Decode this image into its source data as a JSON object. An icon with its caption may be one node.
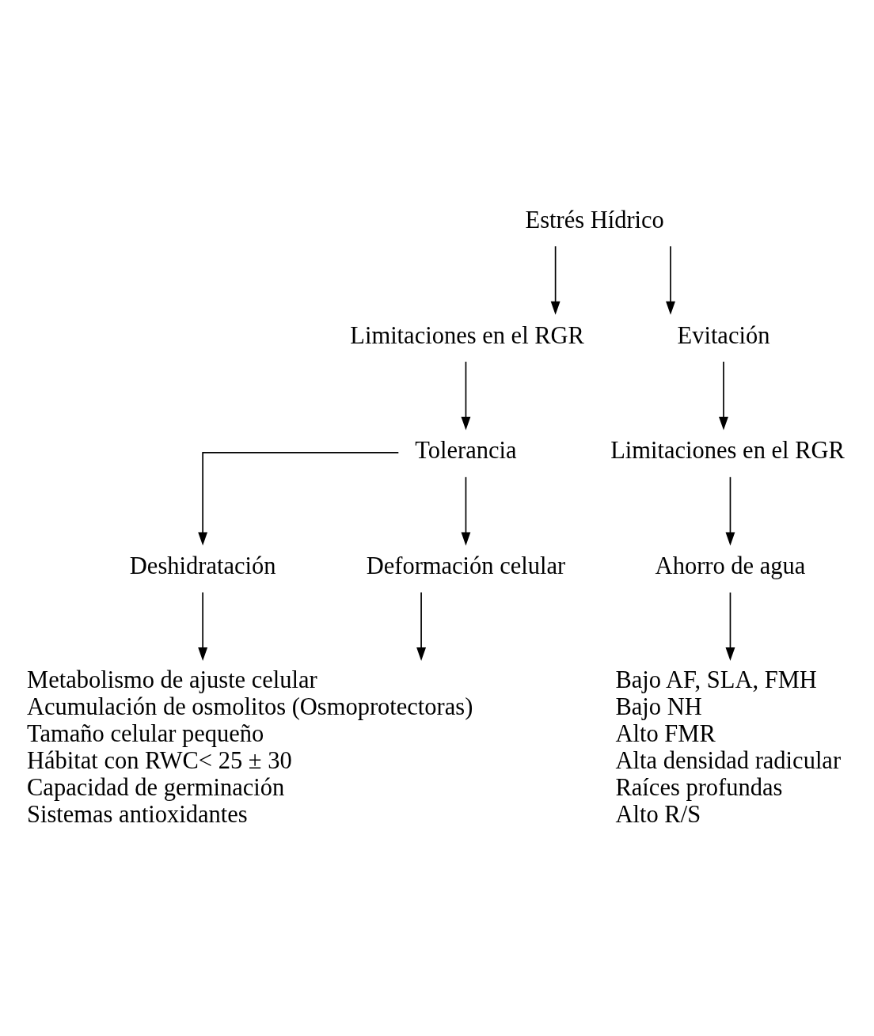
{
  "diagram": {
    "nodes": [
      {
        "text": [
          "Estrés Hídrico"
        ]
      },
      {
        "text": [
          "Limitaciones en el RGR"
        ]
      },
      {
        "text": [
          "Evitación"
        ]
      },
      {
        "text": [
          "Tolerancia"
        ]
      },
      {
        "text": [
          "Limitaciones en el RGR"
        ]
      },
      {
        "text": [
          "Deshidratación"
        ]
      },
      {
        "text": [
          "Deformación celular"
        ]
      },
      {
        "text": [
          "Ahorro de agua"
        ]
      },
      {
        "text": [
          "Metabolismo de ajuste celular",
          "Acumulación de osmolitos (Osmoprotectoras)",
          "Tamaño celular pequeño",
          "Hábitat con RWC< 25 ± 30",
          "Capacidad de germinación",
          "Sistemas antioxidantes"
        ]
      },
      {
        "text": [
          "Bajo AF, SLA, FMH",
          "Bajo NH",
          "Alto FMR",
          "Alta densidad radicular",
          "Raíces profundas",
          "Alto R/S"
        ]
      }
    ],
    "edges": [
      {
        "from": 0,
        "to": 1,
        "arrow": "to"
      },
      {
        "from": 0,
        "to": 2,
        "arrow": "to"
      },
      {
        "from": 1,
        "to": 3,
        "arrow": "to"
      },
      {
        "from": 2,
        "to": 4,
        "arrow": "to"
      },
      {
        "from": 3,
        "to": 5,
        "arrow": "to"
      },
      {
        "from": 3,
        "to": 6,
        "arrow": "to"
      },
      {
        "from": 4,
        "to": 7,
        "arrow": "to"
      },
      {
        "from": 5,
        "to": 8,
        "arrow": "to"
      },
      {
        "from": 6,
        "to": 8,
        "arrow": "to"
      },
      {
        "from": 7,
        "to": 9,
        "arrow": "to"
      }
    ]
  }
}
